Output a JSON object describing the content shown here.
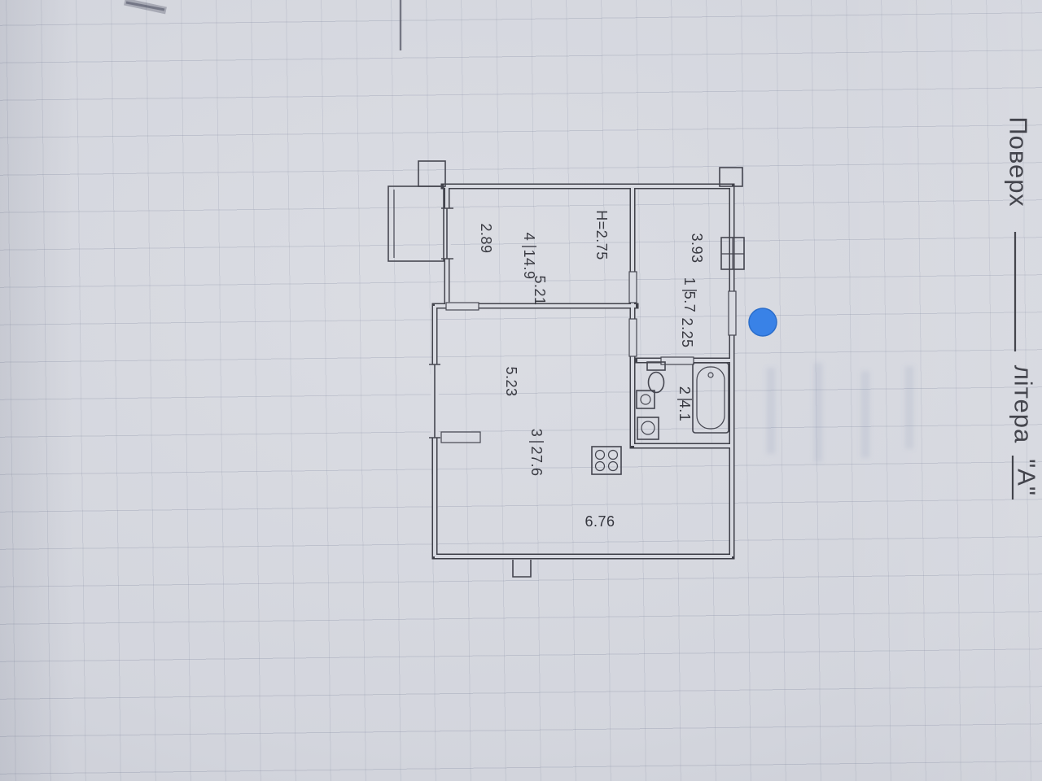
{
  "colors": {
    "paper": "#d8dae1",
    "ink": "#32333c",
    "marker": "#2e7ce8"
  },
  "margin_notes": {
    "floor_label": "Поверх",
    "litera_label": "літера",
    "litera_value": "\"А\""
  },
  "plan": {
    "ceiling_height": "H=2.75",
    "rooms": {
      "r1": {
        "num": "1",
        "area": "5.7"
      },
      "r2": {
        "num": "2",
        "area": "4.1"
      },
      "r3": {
        "num": "3",
        "area": "27.6"
      },
      "r4": {
        "num": "4",
        "area": "14.9"
      }
    },
    "dims": {
      "room4_width": "2.89",
      "room4_length": "5.21",
      "hall_length": "3.93",
      "hall_width": "2.25",
      "room3_width": "5.23",
      "room3_length": "6.76"
    }
  }
}
